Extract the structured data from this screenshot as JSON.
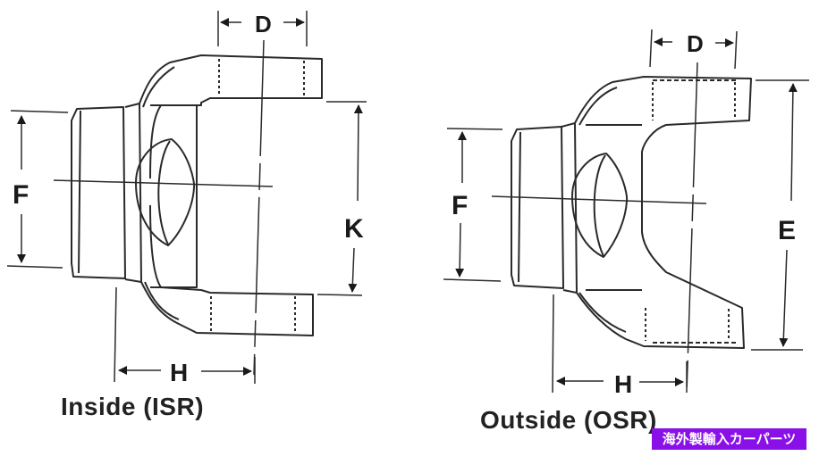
{
  "figures": [
    {
      "id": "isr",
      "caption": "Inside (ISR)",
      "dimensions": {
        "d": "D",
        "f": "F",
        "k": "K",
        "h": "H"
      }
    },
    {
      "id": "osr",
      "caption": "Outside (OSR)",
      "dimensions": {
        "d": "D",
        "f": "F",
        "e": "E",
        "h": "H"
      }
    }
  ],
  "watermark": {
    "text": "海外製輸入カーパーツ",
    "color": "#8a10e8"
  },
  "colors": {
    "line": "#2a2a2a",
    "background": "#ffffff"
  }
}
